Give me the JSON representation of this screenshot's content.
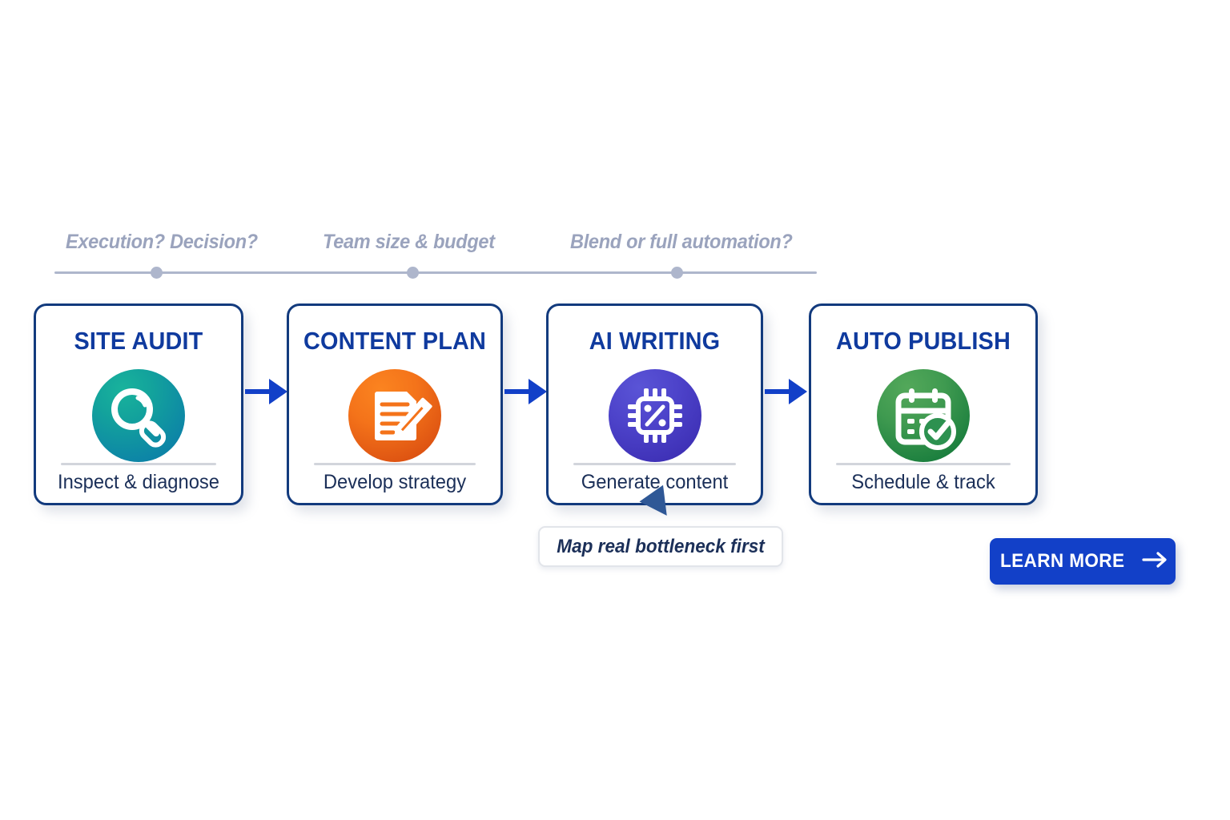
{
  "timeline": {
    "labels": [
      "Execution? Decision?",
      "Team size & budget",
      "Blend or full automation?"
    ],
    "line_color": "#aeb6cc",
    "label_color": "#9aa3bd"
  },
  "cards": [
    {
      "title": "SITE AUDIT",
      "subtitle": "Inspect & diagnose",
      "icon": "magnifier-icon",
      "icon_color_start": "#19b39c",
      "icon_color_end": "#0b79a4"
    },
    {
      "title": "CONTENT PLAN",
      "subtitle": "Develop strategy",
      "icon": "document-pencil-icon",
      "icon_color_start": "#fb8420",
      "icon_color_end": "#cf450e"
    },
    {
      "title": "AI WRITING",
      "subtitle": "Generate content",
      "icon": "cpu-chip-icon",
      "icon_color_start": "#5a54d6",
      "icon_color_end": "#3a2bb0"
    },
    {
      "title": "AUTO PUBLISH",
      "subtitle": "Schedule & track",
      "icon": "calendar-check-icon",
      "icon_color_start": "#53a85a",
      "icon_color_end": "#0f7339"
    }
  ],
  "connectors": {
    "icon": "arrow-right-icon",
    "color": "#1240c8",
    "count": 3
  },
  "callout": {
    "text": "Map real bottleneck first",
    "pointer_icon": "pointer-triangle-icon"
  },
  "cta": {
    "label": "LEARN MORE",
    "icon": "arrow-right-icon",
    "background": "#1240c8",
    "text_color": "#ffffff"
  },
  "theme": {
    "card_border": "#123a7d",
    "card_title_color": "#0f3a9e",
    "card_subtitle_color": "#1b2f58",
    "divider_color": "#d2d5dc",
    "page_background": "#ffffff"
  }
}
